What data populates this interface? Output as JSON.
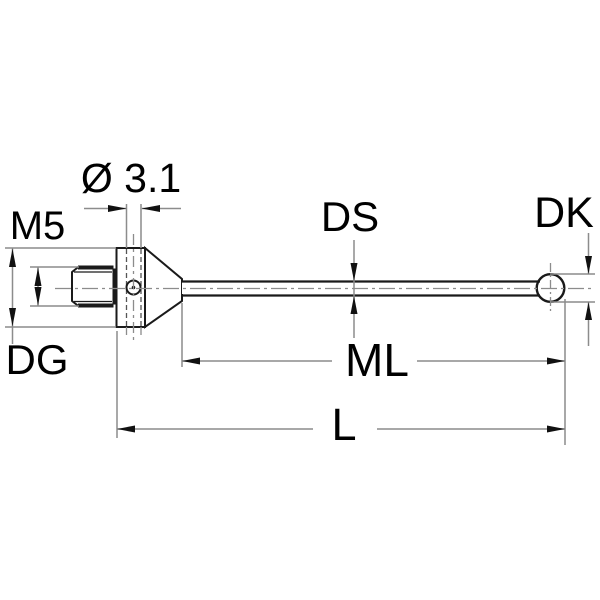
{
  "drawing": {
    "type": "technical-dimension-drawing",
    "subject": "M5 stylus with stem and ball tip",
    "colors": {
      "background": "#ffffff",
      "part_line": "#1a1a1a",
      "dimension_line": "#8c8c8c",
      "text": "#000000"
    },
    "labels": {
      "bore_diameter": "Ø 3.1",
      "thread_size": "M5",
      "stem_diameter": "DS",
      "ball_diameter": "DK",
      "base_diameter": "DG",
      "measuring_length": "ML",
      "overall_length": "L"
    }
  }
}
